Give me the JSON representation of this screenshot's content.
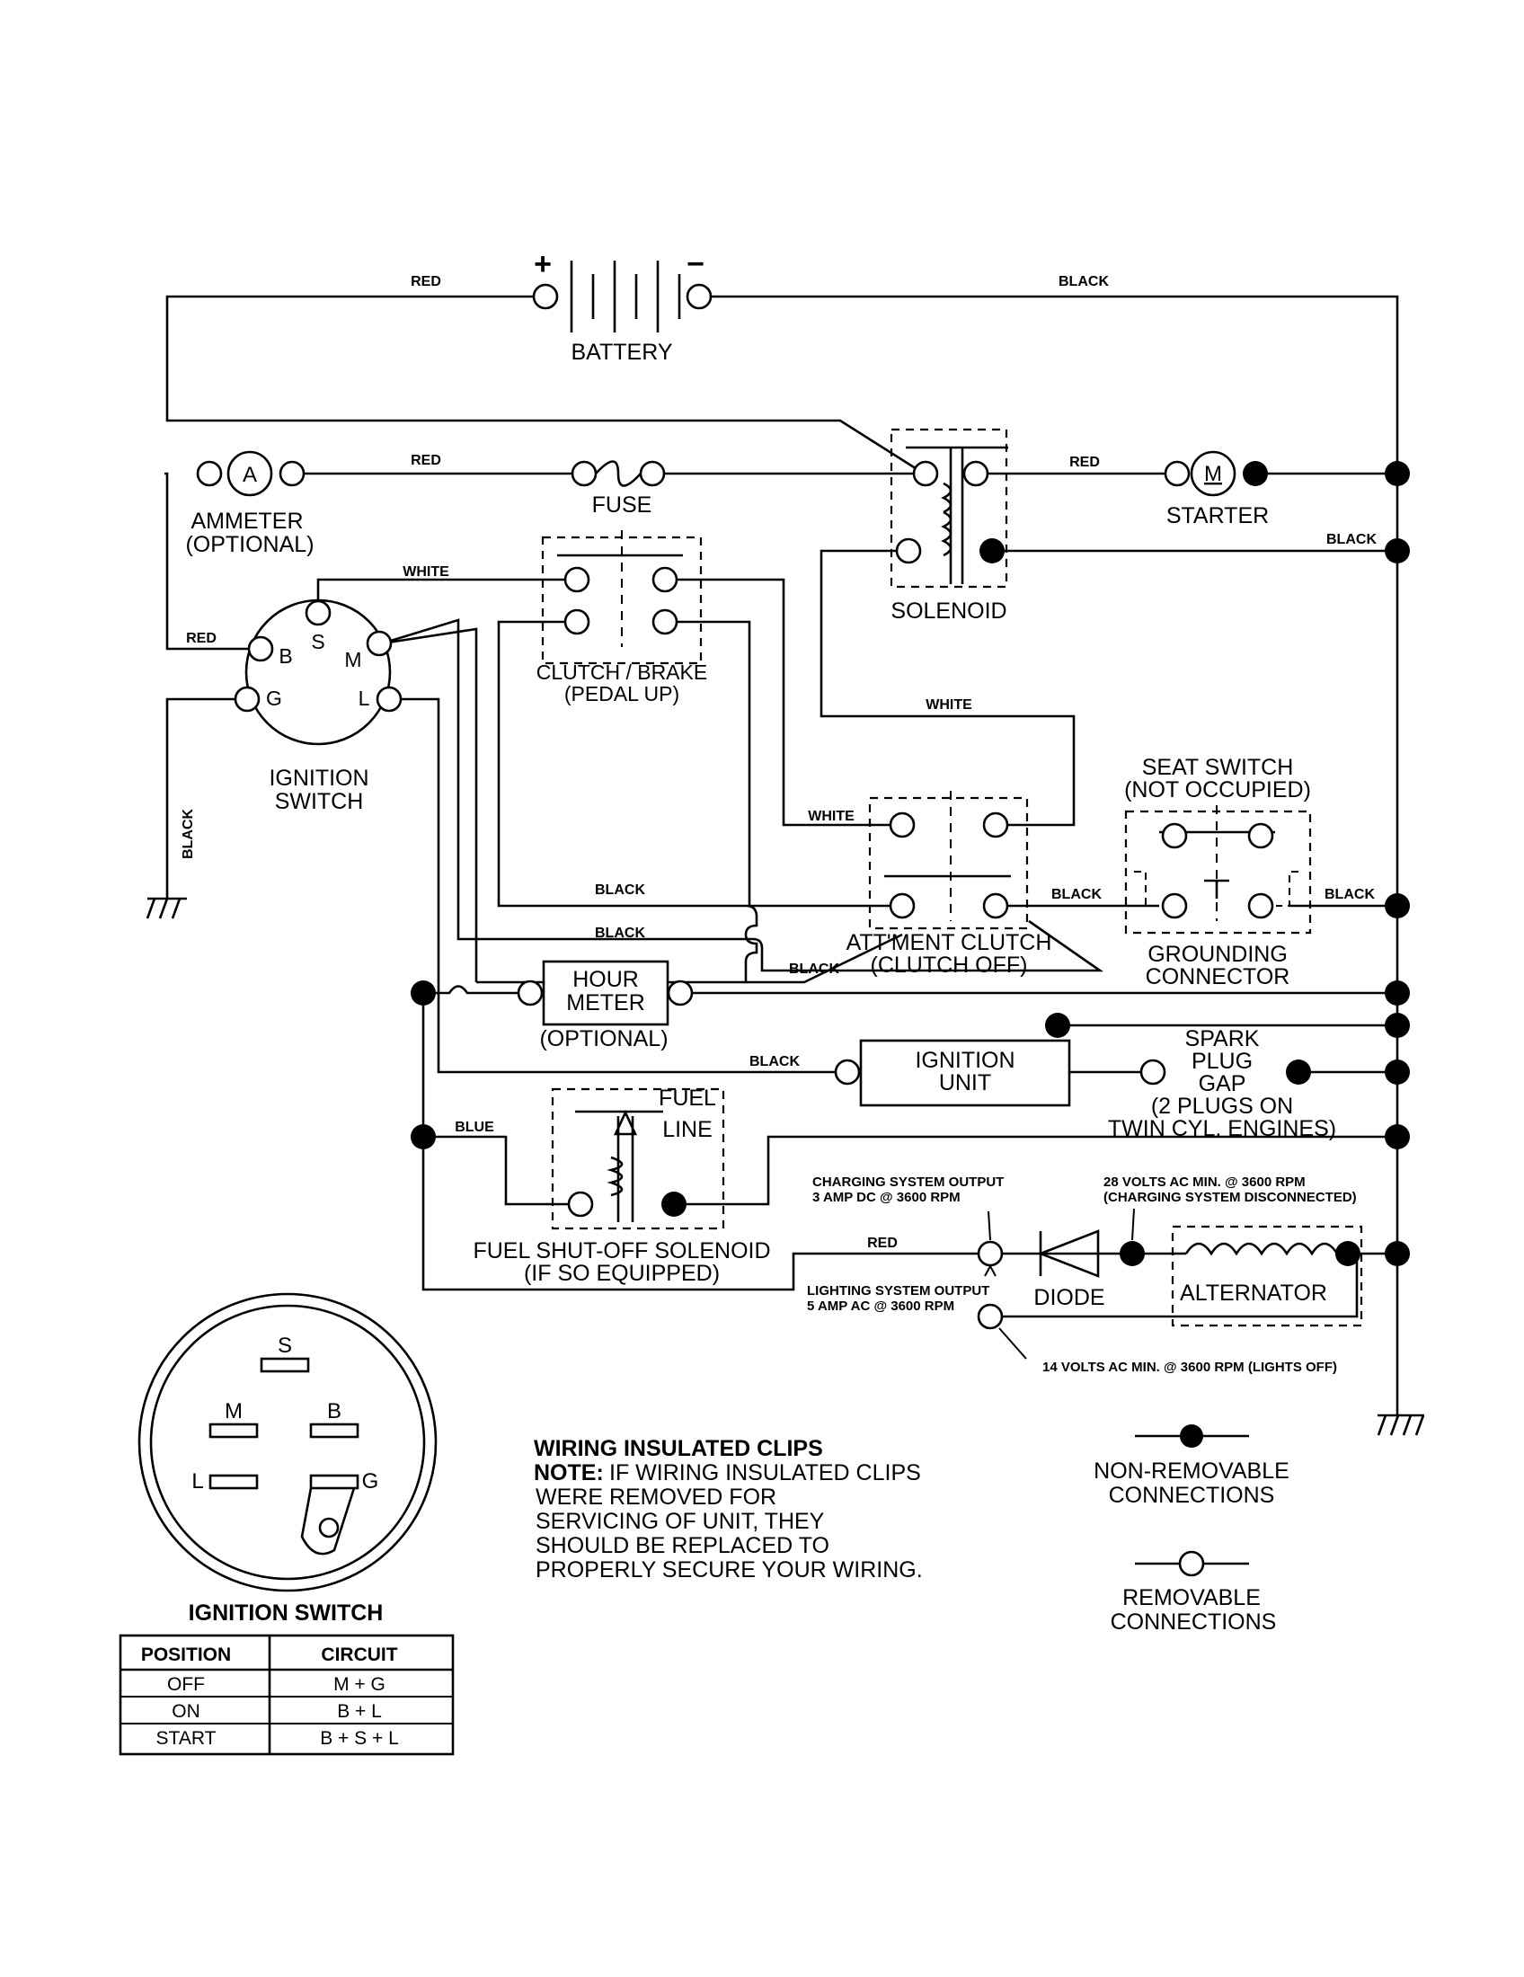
{
  "components": {
    "battery": "BATTERY",
    "battery_plus": "+",
    "battery_minus": "−",
    "ammeter_symbol": "A",
    "ammeter_l1": "AMMETER",
    "ammeter_l2": "(OPTIONAL)",
    "fuse": "FUSE",
    "solenoid": "SOLENOID",
    "starter_symbol": "M",
    "starter": "STARTER",
    "clutch_brake_l1": "CLUTCH / BRAKE",
    "clutch_brake_l2": "(PEDAL UP)",
    "ignition_switch_l1": "IGNITION",
    "ignition_switch_l2": "SWITCH",
    "seat_switch_l1": "SEAT SWITCH",
    "seat_switch_l2": "(NOT OCCUPIED)",
    "attment_clutch_l1": "ATT'MENT CLUTCH",
    "attment_clutch_l2": "(CLUTCH OFF)",
    "grounding_l1": "GROUNDING",
    "grounding_l2": "CONNECTOR",
    "hour_meter_l1": "HOUR",
    "hour_meter_l2": "METER",
    "hour_meter_l3": "(OPTIONAL)",
    "ignition_unit_l1": "IGNITION",
    "ignition_unit_l2": "UNIT",
    "spark_l1": "SPARK",
    "spark_l2": "PLUG",
    "spark_l3": "GAP",
    "spark_l4": "(2 PLUGS ON",
    "spark_l5": "TWIN CYL. ENGINES)",
    "fuel_l1": "FUEL",
    "fuel_l2": "LINE",
    "fuel_sol_l1": "FUEL SHUT-OFF SOLENOID",
    "fuel_sol_l2": "(IF SO EQUIPPED)",
    "diode": "DIODE",
    "alternator": "ALTERNATOR",
    "charging_l1": "CHARGING SYSTEM OUTPUT",
    "charging_l2": "3 AMP DC @ 3600 RPM",
    "volts28_l1": "28 VOLTS AC MIN. @ 3600 RPM",
    "volts28_l2": "(CHARGING SYSTEM DISCONNECTED)",
    "lighting_l1": "LIGHTING SYSTEM OUTPUT",
    "lighting_l2": "5 AMP AC @ 3600 RPM",
    "volts14": "14 VOLTS AC MIN. @ 3600 RPM (LIGHTS OFF)"
  },
  "switch_terminals": {
    "b": "B",
    "s": "S",
    "m": "M",
    "g": "G",
    "l": "L"
  },
  "wire_labels": {
    "red": "RED",
    "black": "BLACK",
    "white": "WHITE",
    "blue": "BLUE"
  },
  "switch_face": {
    "s": "S",
    "m": "M",
    "b": "B",
    "l": "L",
    "g": "G",
    "title": "IGNITION SWITCH"
  },
  "ignition_table": {
    "headers": [
      "POSITION",
      "CIRCUIT"
    ],
    "rows": [
      [
        "OFF",
        "M + G"
      ],
      [
        "ON",
        "B + L"
      ],
      [
        "START",
        "B + S + L"
      ]
    ]
  },
  "note": {
    "title": "WIRING INSULATED CLIPS",
    "label": "NOTE:",
    "line1": "IF WIRING INSULATED CLIPS",
    "line2": "WERE REMOVED FOR",
    "line3": "SERVICING OF UNIT, THEY",
    "line4": "SHOULD BE REPLACED TO",
    "line5": "PROPERLY SECURE YOUR WIRING."
  },
  "legend": {
    "nonremovable_l1": "NON-REMOVABLE",
    "nonremovable_l2": "CONNECTIONS",
    "removable_l1": "REMOVABLE",
    "removable_l2": "CONNECTIONS"
  }
}
